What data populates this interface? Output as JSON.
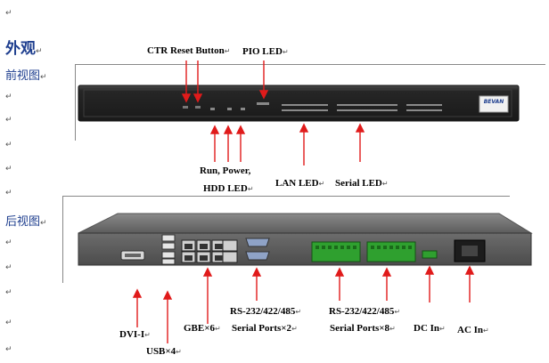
{
  "paragraph_mark": "↵",
  "heading_main": "外观",
  "front_heading": "前视图",
  "rear_heading": "后视图",
  "front_callouts": {
    "ctr_reset": "CTR Reset Button",
    "pio_led": "PIO LED",
    "run_power": "Run, Power,",
    "hdd_led": "HDD LED",
    "lan_led": "LAN LED",
    "serial_led": "Serial LED"
  },
  "rear_callouts": {
    "dvi": "DVI-I",
    "usb": "USB×4",
    "gbe": "GBE×6",
    "rs_a_line1": "RS-232/422/485",
    "rs_a_line2": "Serial Ports×2",
    "rs_b_line1": "RS-232/422/485",
    "rs_b_line2": "Serial Ports×8",
    "dc_in": "DC In",
    "ac_in": "AC In"
  },
  "logo_text": "BEVAN",
  "colors": {
    "heading": "#1f3f8f",
    "arrow": "#e01b1b",
    "chassis_dark": "#2b2b2b",
    "terminal_green": "#2fa02f"
  }
}
